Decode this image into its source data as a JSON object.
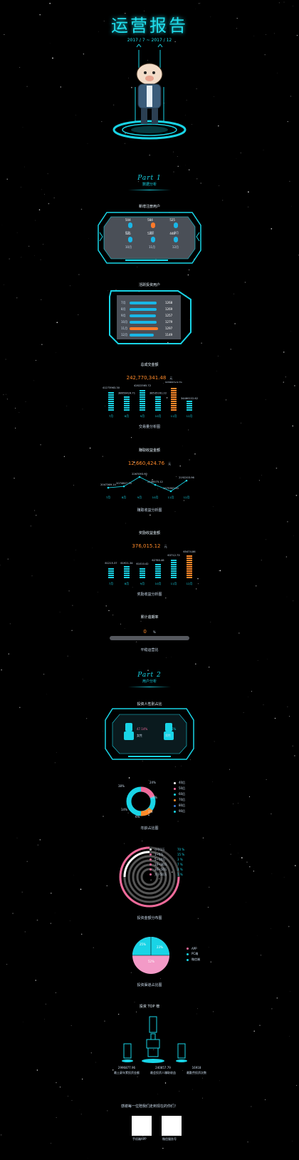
{
  "header": {
    "title": "运营报告",
    "period": "2017 / 7 ~ 2017 / 12"
  },
  "part1": {
    "label": "Part 1",
    "subtitle": "数据分析",
    "new_register": {
      "title": "新增注册用户",
      "values": [
        "504",
        "584",
        "525",
        "525",
        "522",
        "448"
      ],
      "months": [
        "7月",
        "8月",
        "9月",
        "10月",
        "11月",
        "12月"
      ]
    },
    "new_invest": {
      "title": "活跃投资用户",
      "rows": [
        {
          "m": "7月",
          "v": "1268"
        },
        {
          "m": "8月",
          "v": "1269"
        },
        {
          "m": "9月",
          "v": "1257"
        },
        {
          "m": "10月",
          "v": "1279"
        },
        {
          "m": "11月",
          "v": "1297"
        },
        {
          "m": "12月",
          "v": "1149"
        }
      ]
    },
    "turnover": {
      "title": "总成交金额",
      "total": "242,770,341.48",
      "unit": "元",
      "caption": "交易量分析图",
      "labels": [
        "41273963.30",
        "38659424.71",
        "42822565.72",
        "38535161.22",
        "45684923.91",
        "34460222.62"
      ],
      "months": [
        "7月",
        "8月",
        "9月",
        "10月",
        "11月",
        "12月"
      ]
    },
    "earnings": {
      "title": "赚取收益金额",
      "total": "12,660,424.76",
      "unit": "元",
      "caption": "赚取收益分析图",
      "labels": [
        "2047369.14",
        "2074807.74",
        "2267093.90",
        "2106575.12",
        "1975367.50",
        "2192203.96"
      ],
      "months": [
        "7月",
        "8月",
        "9月",
        "10月",
        "11月",
        "12月"
      ]
    },
    "reward": {
      "title": "奖励收益金额",
      "total": "376,015.12",
      "unit": "元",
      "caption": "奖励收益分析图",
      "labels": [
        "61215.37",
        "61921.34",
        "61010.42",
        "62780.46",
        "63712.73",
        "65474.86"
      ],
      "months": [
        "7月",
        "8月",
        "9月",
        "10月",
        "11月",
        "12月"
      ]
    },
    "overdue": {
      "title": "累计逾期率",
      "value": "0",
      "unit": "%",
      "caption": "平稳运营比"
    }
  },
  "part2": {
    "label": "Part 2",
    "subtitle": "用户分析",
    "gender": {
      "title": "投资人性别占比",
      "female_pct": "47.14%",
      "female_label": "女性",
      "male_pct": "54.86%",
      "male_label": "男性"
    },
    "age": {
      "caption": "年龄占比图",
      "pct_labels": [
        "38%",
        "24%",
        "16%",
        "14%",
        "2%",
        "6%"
      ],
      "legend": [
        "40后",
        "50后",
        "60后",
        "70后",
        "80后",
        "90后"
      ]
    },
    "amount": {
      "caption": "投资金额分布图",
      "rows": [
        {
          "label": "小于1万",
          "v": "70 %"
        },
        {
          "label": "1~5万",
          "v": "15 %"
        },
        {
          "label": "5~10万",
          "v": "3 %"
        },
        {
          "label": "10~30万",
          "v": "7 %"
        },
        {
          "label": "30~50万",
          "v": "3 %"
        },
        {
          "label": "大于50万",
          "v": "1 %"
        }
      ]
    },
    "channel": {
      "caption": "投资渠道占比图",
      "slices": [
        {
          "label": "APP",
          "pct": "52%"
        },
        {
          "label": "PC端",
          "pct": "23%"
        },
        {
          "label": "微信端",
          "pct": "25%"
        }
      ]
    },
    "top": {
      "title": "投资 TOP 榜",
      "items": [
        {
          "value": "2996877.96",
          "label": "最土豪年累投资金额"
        },
        {
          "value": "240857.79",
          "label": "最会投资人赚取收益"
        },
        {
          "value": "16918",
          "label": "最勤劳投资次数"
        }
      ]
    }
  },
  "footer": {
    "thanks": "感谢每一位陪我们走到现在的你们！",
    "qr1": "手机端APP",
    "qr2": "微信服务号"
  },
  "colors": {
    "accent": "#19d4e6",
    "orange": "#ff8a2a",
    "pink": "#f06a9a"
  }
}
